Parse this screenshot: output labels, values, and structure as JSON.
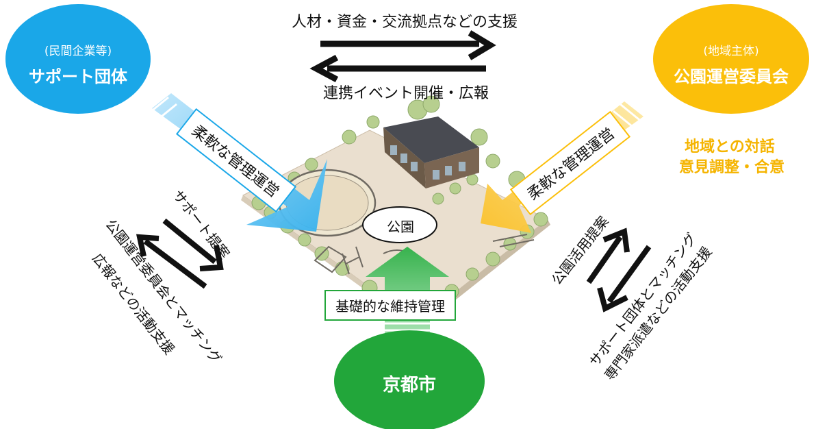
{
  "top": {
    "upper_text": "人材・資金・交流拠点などの支援",
    "lower_text": "連携イベント開催・広報"
  },
  "support_group": {
    "sub": "(民間企業等)",
    "name": "サポート団体",
    "color": "#1AA7E8",
    "arrow_label": "柔軟な管理運営"
  },
  "park_committee": {
    "sub": "(地域主体)",
    "name": "公園運営委員会",
    "color": "#FBBF0A",
    "arrow_label": "柔軟な管理運営",
    "side_text_1": "地域との対話",
    "side_text_2": "意見調整・合意"
  },
  "city": {
    "name": "京都市",
    "color": "#22A63A",
    "arrow_label": "基礎的な維持管理"
  },
  "park": {
    "label": "公園"
  },
  "left_exchange": {
    "text_1": "サポート提案",
    "text_2": "公園運営委員会とマッチング",
    "text_3": "広報などの活動支援"
  },
  "right_exchange": {
    "text_1": "公園活用提案",
    "text_2": "サポート団体とマッチング",
    "text_3": "専門家派遣などの活動支援"
  }
}
